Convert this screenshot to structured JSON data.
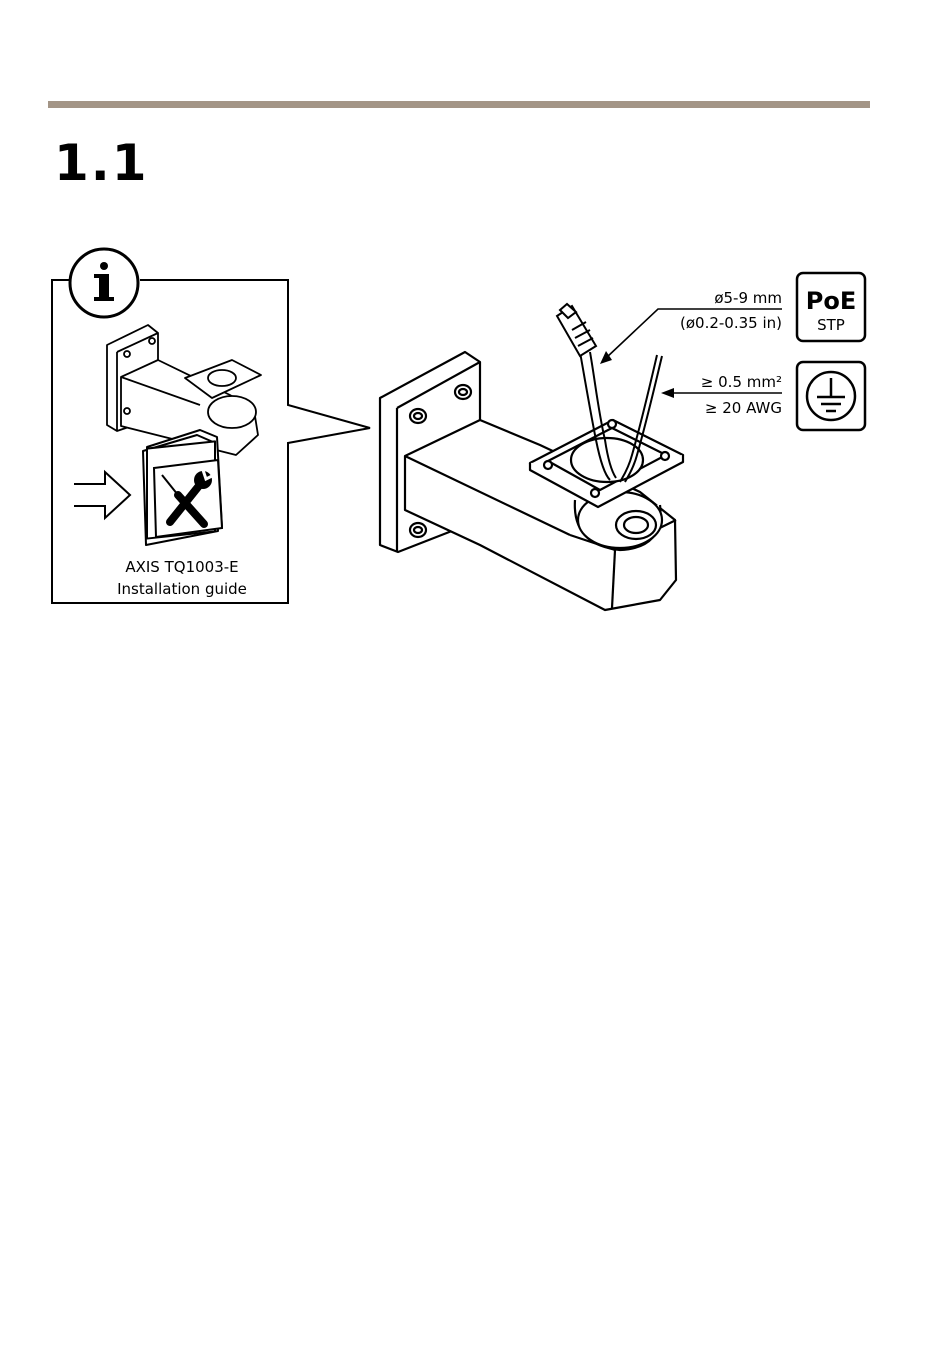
{
  "page": {
    "section_number": "1.1"
  },
  "info_panel": {
    "info_symbol": "i",
    "info_icon": "info-icon",
    "arrow_icon": "right-arrow-icon",
    "tools_icon": "screwdriver-wrench-icon",
    "guide_title": "AXIS TQ1003-E",
    "guide_subtitle": "Installation guide"
  },
  "main_figure": {
    "cable_diameter_mm": "ø5-9 mm",
    "cable_diameter_in": "(ø0.2-0.35 in)",
    "wire_area": "≥ 0.5 mm²",
    "wire_gauge": "≥ 20 AWG",
    "poe_label": "PoE",
    "poe_sublabel": "STP",
    "ground_icon": "ground-icon"
  },
  "colors": {
    "rule": "#a39586",
    "line": "#000000"
  }
}
